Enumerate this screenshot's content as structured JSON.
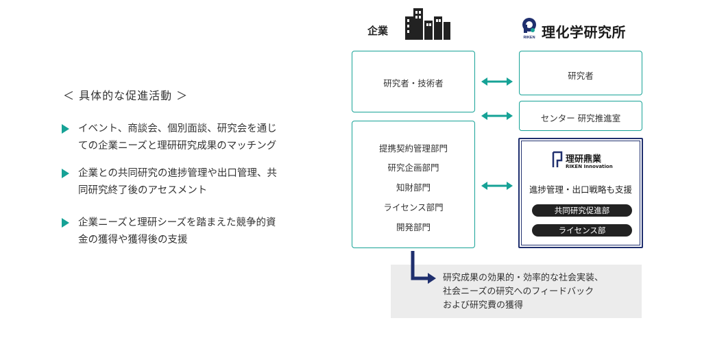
{
  "left": {
    "heading": "＜ 具体的な促進活動 ＞",
    "bullets": [
      {
        "line1": "イベント、商談会、個別面談、研究会を通じ",
        "line2": "ての企業ニーズと理研研究成果のマッチング"
      },
      {
        "line1": "企業との共同研究の進捗管理や出口管理、共",
        "line2": "同研究終了後のアセスメント"
      },
      {
        "line1": "企業ニーズと理研シーズを踏まえた競争的資",
        "line2": "金の獲得や獲得後の支援"
      }
    ]
  },
  "company": {
    "label": "企業",
    "researchers": "研究者・技術者",
    "departments": [
      "提携契約管理部門",
      "研究企画部門",
      "知財部門",
      "ライセンス部門",
      "開発部門"
    ]
  },
  "riken": {
    "name": "理化学研究所",
    "logo_text": "RIKEN",
    "researchers": "研究者",
    "center": "センター 研究推進室",
    "innovation": {
      "name": "理研鼎業",
      "sub": "RIKEN Innovation",
      "support": "進捗管理・出口戦略も支援",
      "pills": [
        "共同研究促進部",
        "ライセンス部"
      ]
    }
  },
  "result": {
    "line1": "研究成果の効果的・効率的な社会実装、",
    "line2": "社会ニーズの研究へのフィードバック",
    "line3": "および研究費の獲得"
  },
  "colors": {
    "accent": "#16a296",
    "navy": "#1f2f6e",
    "dark": "#222222",
    "gray_box": "#ececec"
  }
}
